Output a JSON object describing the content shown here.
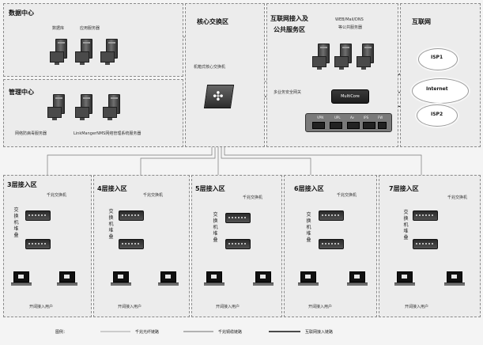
{
  "zones": {
    "data_center": {
      "title": "数据中心",
      "labels": [
        "数据库",
        "应用服务器"
      ]
    },
    "mgmt_center": {
      "title": "管理中心",
      "labels": [
        "网络防病毒服务器",
        "LinkMangerNMS网络管理系统服务器"
      ]
    },
    "core": {
      "title": "核心交换区",
      "switch_label": "机箱式核心交换机"
    },
    "internet_access": {
      "title_line1": "互联网接入及",
      "title_line2": "公共服务区",
      "server_label1": "WEB/Mail/DNS",
      "server_label2": "等公共服务器",
      "firewall_label": "多业务安全网关",
      "router_label": "MultiCore",
      "modules": [
        "VPN",
        "UPL",
        "Av",
        "IPS",
        "FW"
      ]
    },
    "internet": {
      "title": "互联网",
      "clouds": [
        "ISP1",
        "Internet",
        "ISP2"
      ]
    }
  },
  "floors": [
    {
      "title": "3层接入区",
      "gig_switch": "千兆交换机",
      "stack": "交换机堆叠",
      "users": "开阔接入用户"
    },
    {
      "title": "4层接入区",
      "gig_switch": "千兆交换机",
      "stack": "交换机堆叠",
      "users": "开阔接入用户"
    },
    {
      "title": "5层接入区",
      "gig_switch": "千兆交换机",
      "stack": "交换机堆叠",
      "users": "开阔接入用户"
    },
    {
      "title": "6层接入区",
      "gig_switch": "千兆交换机",
      "stack": "交换机堆叠",
      "users": "开阔接入用户"
    },
    {
      "title": "7层接入区",
      "gig_switch": "千兆交换机",
      "stack": "交换机堆叠",
      "users": "开阔接入用户"
    }
  ],
  "legend": {
    "title": "图例：",
    "items": [
      "千兆光纤链路",
      "千兆铜缆链路",
      "互联网接入链路"
    ]
  }
}
